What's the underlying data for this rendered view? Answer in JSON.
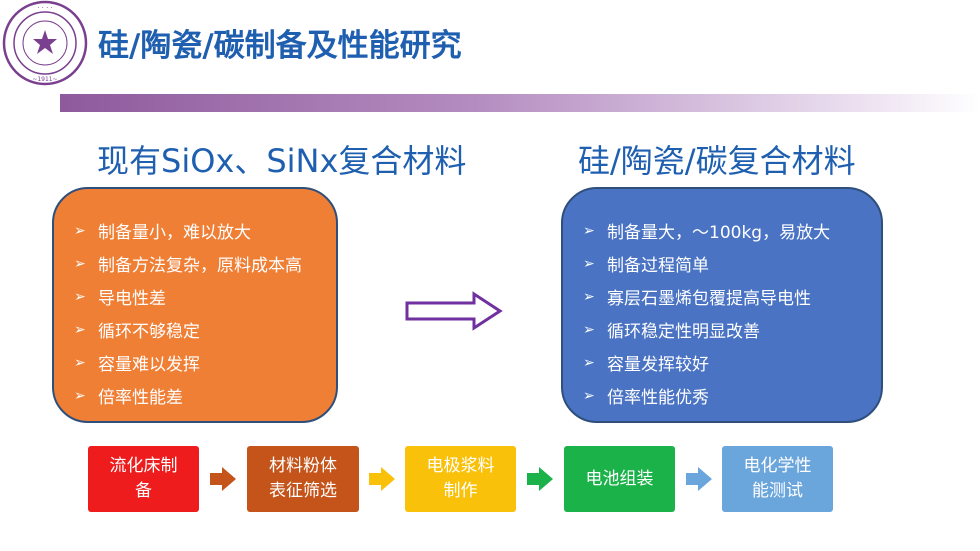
{
  "page": {
    "title": "硅/陶瓷/碳制备及性能研究"
  },
  "logo": {
    "text": "清华大学 TSINGHUA UNIVERSITY 1911"
  },
  "left_panel": {
    "heading": "现有SiOx、SiNx复合材料",
    "items": [
      "制备量小，难以放大",
      "制备方法复杂，原料成本高",
      "导电性差",
      "循环不够稳定",
      "容量难以发挥",
      "倍率性能差"
    ]
  },
  "right_panel": {
    "heading": "硅/陶瓷/碳复合材料",
    "items": [
      "制备量大，～100kg，易放大",
      "制备过程简单",
      "寡层石墨烯包覆提高导电性",
      "循环稳定性明显改善",
      "容量发挥较好",
      "倍率性能优秀"
    ]
  },
  "bullet": "➢",
  "process": [
    {
      "line1": "流化床制",
      "line2": "备"
    },
    {
      "line1": "材料粉体",
      "line2": "表征筛选"
    },
    {
      "line1": "电极浆料",
      "line2": "制作"
    },
    {
      "line1": "电池组装",
      "line2": ""
    },
    {
      "line1": "电化学性",
      "line2": "能测试"
    }
  ],
  "colors": {
    "title": "#1f5fb0",
    "left_box": "#f07f36",
    "right_box": "#4a73c4",
    "arrow": "#7030a0",
    "steps": [
      "#ee1c1c",
      "#c5541a",
      "#fac10a",
      "#1bb24a",
      "#6aa5dc"
    ],
    "connectors": [
      "#c5541a",
      "#fac10a",
      "#1bb24a",
      "#6aa5dc"
    ]
  },
  "icons": {
    "logo": "tsinghua-seal-icon",
    "main_arrow": "right-arrow-icon",
    "connector": "chevron-arrow-icon"
  }
}
